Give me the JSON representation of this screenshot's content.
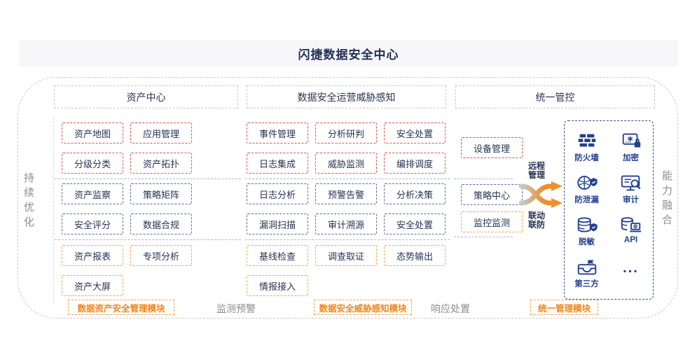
{
  "title": "闪捷数据安全中心",
  "side_labels": {
    "left": "持续优化",
    "right": "能力融合"
  },
  "headers": [
    "资产中心",
    "数据安全运营威胁感知",
    "统一管控"
  ],
  "asset_center": {
    "governance": [
      "资产地图",
      "应用管理",
      "分级分类",
      "资产拓扑"
    ],
    "monitoring": [
      "资产监察",
      "策略矩阵",
      "安全评分",
      "数据合规"
    ],
    "reporting": [
      "资产报表",
      "专项分析",
      "资产大屏"
    ]
  },
  "security_ops": {
    "governance": [
      "事件管理",
      "分析研判",
      "安全处置",
      "日志集成",
      "威胁监测",
      "编排调度"
    ],
    "monitoring": [
      "日志分析",
      "预警告警",
      "分析决策",
      "漏洞扫描",
      "审计溯源",
      "安全处置"
    ],
    "reporting": [
      "基线检查",
      "调查取证",
      "态势输出",
      "情报接入"
    ]
  },
  "unified_control": {
    "governance": [
      "设备管理"
    ],
    "monitoring": [
      "策略中心"
    ],
    "reporting": [
      "监控监测"
    ]
  },
  "links": {
    "top": "远程管理",
    "bottom": "联动联防"
  },
  "capability_panel": {
    "items": [
      {
        "icon": "firewall-icon",
        "label": "防火墙"
      },
      {
        "icon": "encryption-icon",
        "label": "加密"
      },
      {
        "icon": "leak-prevention-icon",
        "label": "防泄漏"
      },
      {
        "icon": "audit-icon",
        "label": "审计"
      },
      {
        "icon": "masking-icon",
        "label": "脱敏"
      },
      {
        "icon": "api-icon",
        "label": "API"
      },
      {
        "icon": "third-party-icon",
        "label": "第三方"
      },
      {
        "icon": "more-icon",
        "label": "..."
      }
    ]
  },
  "footer": {
    "modules": [
      "数据资产安全管理模块",
      "数据安全威胁感知模块",
      "统一管理模块"
    ],
    "phases": [
      "监测预警",
      "响应处置"
    ]
  },
  "colors": {
    "accent_red": "#e04f4f",
    "accent_blue": "#5a68a0",
    "accent_orange": "#f5a54a",
    "module_text": "#f08519",
    "icon_navy": "#24408f",
    "text_navy": "#273352",
    "band_bg": "#f6f6f8"
  }
}
